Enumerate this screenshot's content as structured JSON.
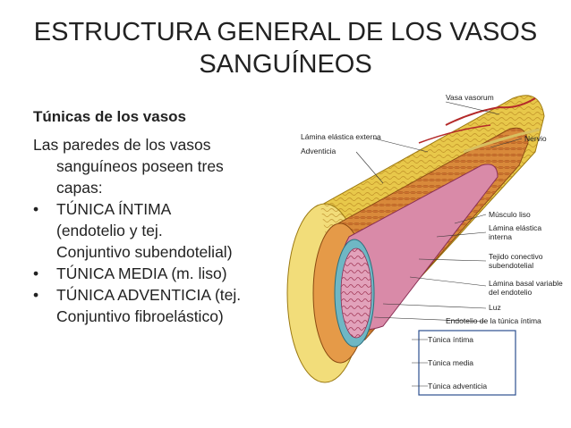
{
  "slide": {
    "title_line1": "ESTRUCTURA GENERAL DE LOS VASOS",
    "title_line2": "SANGUÍNEOS",
    "subheading": "Túnicas de los vasos",
    "intro_line1": "Las paredes de los vasos",
    "intro_line2": "sanguíneos poseen tres",
    "intro_line3": "capas:",
    "bullets": [
      {
        "symbol": "•",
        "line1": "TÚNICA ÍNTIMA",
        "line2": "(endotelio y tej.",
        "line3": "Conjuntivo subendotelial)"
      },
      {
        "symbol": "•",
        "line1": "TÚNICA MEDIA (m. liso)"
      },
      {
        "symbol": "•",
        "line1": "TÚNICA ADVENTICIA (tej.",
        "line2": "Conjuntivo fibroelástico)"
      }
    ]
  },
  "figure": {
    "labels": {
      "vasa_vasorum": "Vasa vasorum",
      "lamina_externa": "Lámina elástica externa",
      "nervio": "Nervio",
      "adventicia": "Adventicia",
      "musculo_liso": "Músculo liso",
      "lamina_interna_1": "Lámina elástica",
      "lamina_interna_2": "interna",
      "tejido_1": "Tejido conectivo",
      "tejido_2": "subendotelial",
      "lamina_basal_1": "Lámina basal variable",
      "lamina_basal_2": "del endotelio",
      "luz": "Luz",
      "endotelio": "Endotelio de la túnica íntima"
    },
    "legend": {
      "intima": "Túnica íntima",
      "media": "Túnica media",
      "adventicia": "Túnica adventicia"
    },
    "colors": {
      "adventicia_yellow": "#e8c84a",
      "media_orange": "#d9893a",
      "intima_pink": "#d98aa8",
      "endothelium_teal": "#6fb7c4",
      "legend_border": "#2d4f8f"
    }
  }
}
